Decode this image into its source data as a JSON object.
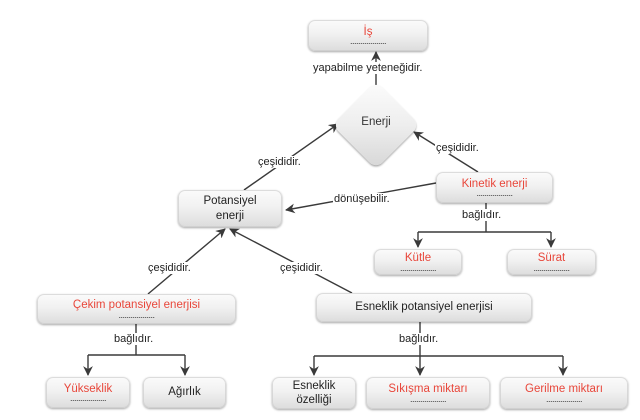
{
  "colors": {
    "accent_red": "#e8463a",
    "text_dark": "#222222",
    "line": "#3a3a3a"
  },
  "blank_placeholder": "..................",
  "nodes": {
    "is": {
      "label": "İş",
      "fill_in": true
    },
    "enerji": {
      "label": "Enerji",
      "fill_in": false
    },
    "potansiyel": {
      "label_line1": "Potansiyel",
      "label_line2": "enerji",
      "fill_in": false
    },
    "kinetik": {
      "label": "Kinetik enerji",
      "fill_in": true
    },
    "kutle": {
      "label": "Kütle",
      "fill_in": true
    },
    "surat": {
      "label": "Sürat",
      "fill_in": true
    },
    "cekim": {
      "label": "Çekim potansiyel enerjisi",
      "fill_in": true
    },
    "esneklik": {
      "label": "Esneklik potansiyel enerjisi",
      "fill_in": false
    },
    "yukseklik": {
      "label": "Yükseklik",
      "fill_in": true
    },
    "agirlik": {
      "label": "Ağırlık",
      "fill_in": false
    },
    "esneklik_ozelligi": {
      "label_line1": "Esneklik",
      "label_line2": "özelliği",
      "fill_in": false
    },
    "sikisma": {
      "label": "Sıkışma miktarı",
      "fill_in": true
    },
    "gerilme": {
      "label": "Gerilme miktarı",
      "fill_in": true
    }
  },
  "links": {
    "yapabilme": "yapabilme yeteneğidir.",
    "cesididir_potansiyel": "çeşididir.",
    "cesididir_kinetik": "çeşididir.",
    "donusebilir": "dönüşebilir.",
    "bagli_kinetik": "bağlıdır.",
    "cesididir_cekim": "çeşididir.",
    "cesididir_esneklik": "çeşididir.",
    "bagli_cekim": "bağlıdır.",
    "bagli_esneklik": "bağlıdır."
  }
}
